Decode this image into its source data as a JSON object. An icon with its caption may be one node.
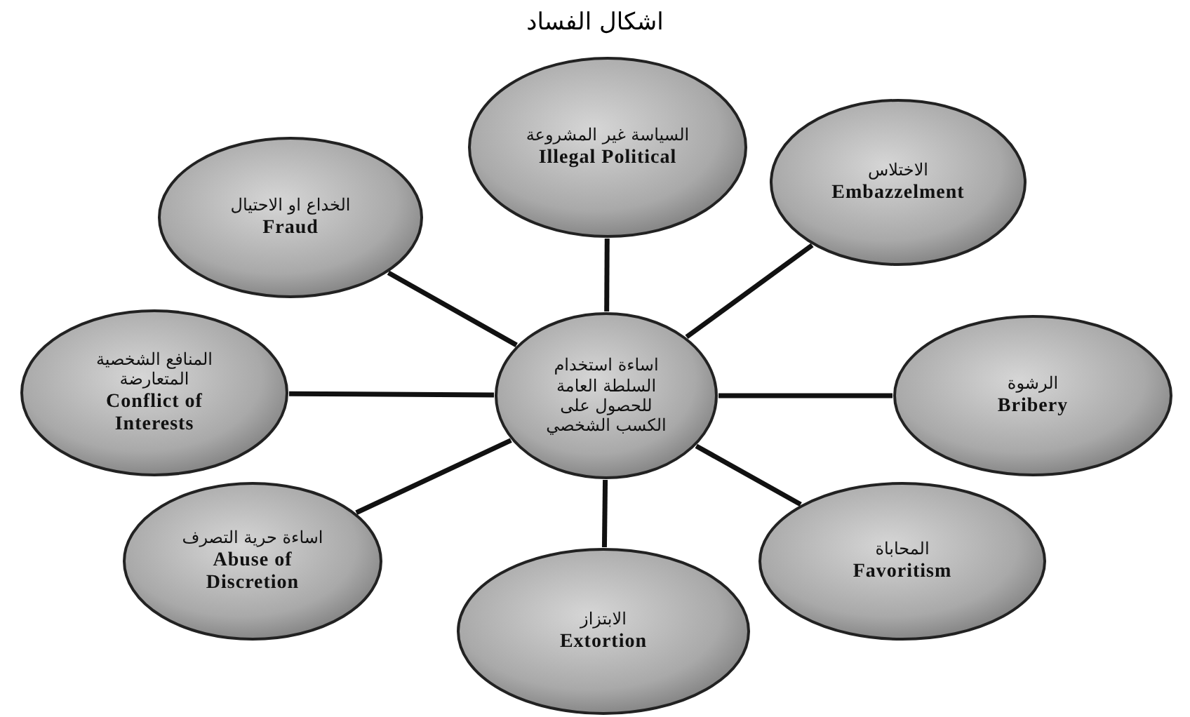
{
  "diagram": {
    "title": "اشكال الفساد",
    "nodes": [
      {
        "text": [
          "اساءة استخدام السلطة العامة للحصول على الكسب الشخصي"
        ]
      },
      {
        "text": [
          "السياسة غير المشروعة",
          "Illegal Political"
        ]
      },
      {
        "text": [
          "الاختلاس",
          "Embazzelment"
        ]
      },
      {
        "text": [
          "الرشوة",
          "Bribery"
        ]
      },
      {
        "text": [
          "المحاباة",
          "Favoritism"
        ]
      },
      {
        "text": [
          "الابتزاز",
          "Extortion"
        ]
      },
      {
        "text": [
          "اساءة حرية التصرف",
          "Abuse of Discretion"
        ]
      },
      {
        "text": [
          "المنافع الشخصية المتعارضة",
          "Conflict of Interests"
        ]
      },
      {
        "text": [
          "الخداع او الاحتيال",
          "Fraud"
        ]
      }
    ],
    "edges": [
      {
        "from": 0,
        "to": 1,
        "arrow": "none"
      },
      {
        "from": 0,
        "to": 2,
        "arrow": "none"
      },
      {
        "from": 0,
        "to": 3,
        "arrow": "none"
      },
      {
        "from": 0,
        "to": 4,
        "arrow": "none"
      },
      {
        "from": 0,
        "to": 5,
        "arrow": "none"
      },
      {
        "from": 0,
        "to": 6,
        "arrow": "none"
      },
      {
        "from": 0,
        "to": 7,
        "arrow": "none"
      },
      {
        "from": 0,
        "to": 8,
        "arrow": "none"
      }
    ]
  }
}
